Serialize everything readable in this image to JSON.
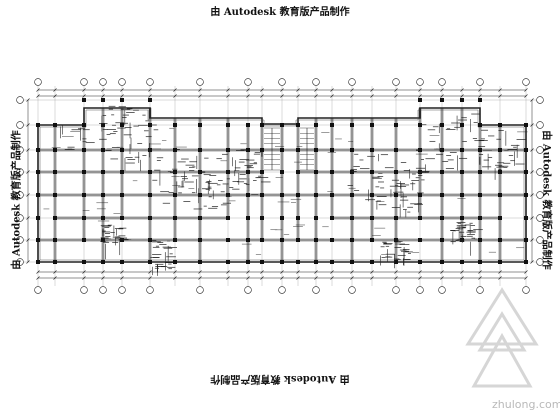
{
  "watermarks": {
    "top": "由 Autodesk 教育版产品制作",
    "bottom": "由 Autodesk 教育版产品制作",
    "left": "由 Autodesk 教育版产品制作",
    "right": "由 Autodesk 教育版产品制作"
  },
  "brand": {
    "text": "zhulong.com"
  },
  "plan": {
    "line_color": "#222222",
    "wall_color": "#555555",
    "watermark_logo_color": "#d0d0d0"
  }
}
